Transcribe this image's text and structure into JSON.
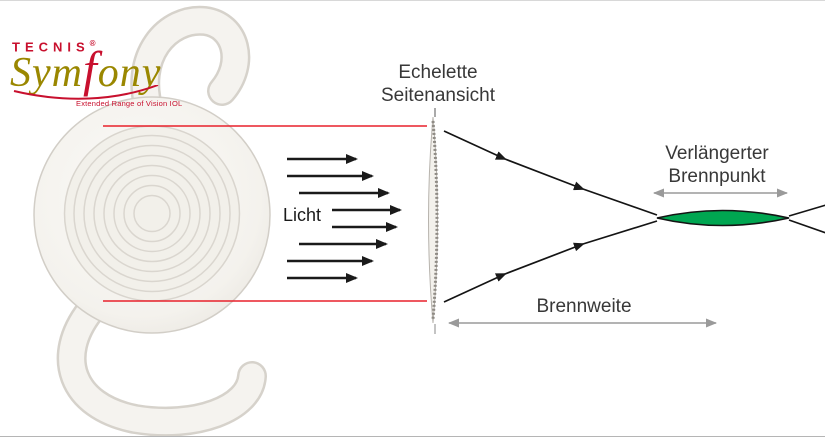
{
  "logo": {
    "brand": "TECNIS",
    "registered": "®",
    "product": {
      "prefix": "Sym",
      "accent": "f",
      "suffix": "ony"
    },
    "tagline": "Extended Range of Vision IOL"
  },
  "labels": {
    "echelette": {
      "line1": "Echelette",
      "line2": "Seitenansicht"
    },
    "light": "Licht",
    "extended_focus": {
      "line1": "Verlängerter",
      "line2": "Brennpunkt"
    },
    "focal_length": "Brennweite"
  },
  "colors": {
    "brand_red": "#C8102E",
    "logo_gold": "#9A8700",
    "guide_line_red": "#E8212B",
    "light_arrow_black": "#1A1A1A",
    "extended_focus_green": "#00A651",
    "dimension_gray": "#9A9A9A",
    "lens_body": "#F5F3EF",
    "lens_outline": "#D6D2CB"
  }
}
